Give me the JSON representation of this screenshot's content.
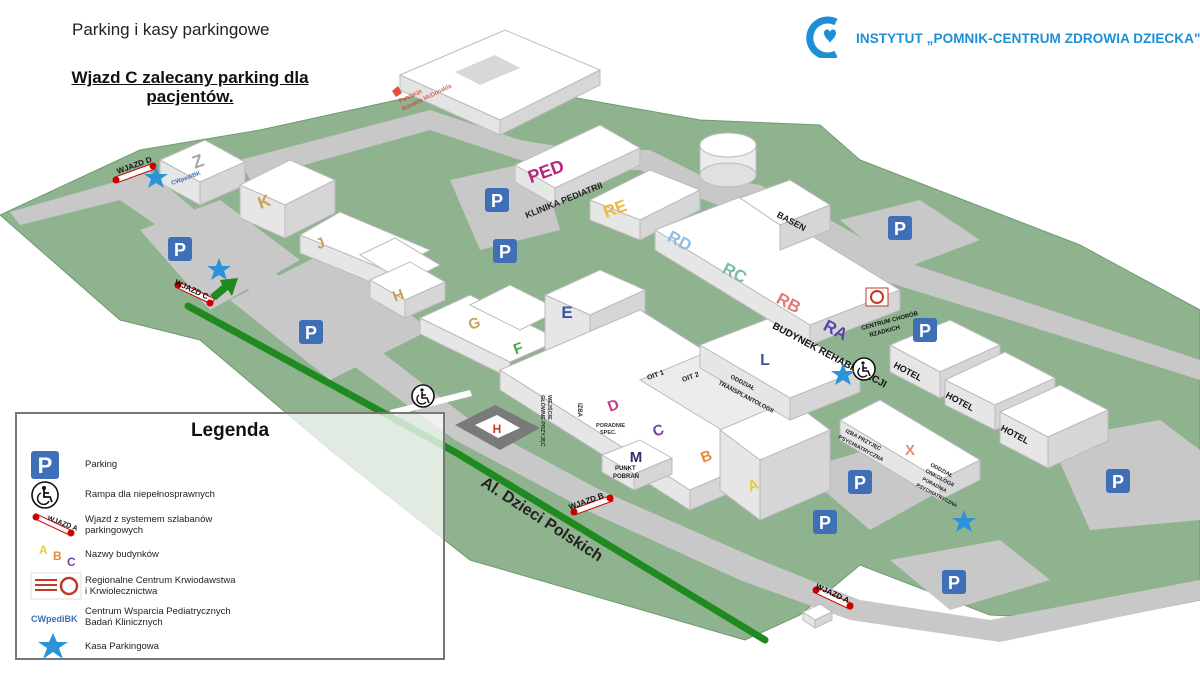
{
  "header": {
    "title": "Parking i kasy parkingowe",
    "subtitle": "Wjazd C zalecany parking dla pacjentów."
  },
  "logo": {
    "text": "INSTYTUT „POMNIK-CENTRUM ZDROWIA DZIECKA\""
  },
  "colors": {
    "grass": "#8fb38f",
    "road": "#c8c8c8",
    "building": "#ffffff",
    "parking_sign": "#3f6fb6",
    "route": "#1f8a1f",
    "star": "#2b94d8",
    "brand": "#1d8fd6"
  },
  "buildings": {
    "Z": "Z",
    "K": "K",
    "J": "J",
    "H": "H",
    "G": "G",
    "F": "F",
    "E": "E",
    "D": "D",
    "C": "C",
    "B": "B",
    "A": "A",
    "M": "M",
    "L": "L",
    "X": "X",
    "PED": "PED",
    "RE": "RE",
    "RD": "RD",
    "RC": "RC",
    "RB": "RB",
    "RA": "RA"
  },
  "building_colors": {
    "Z": "#a8a8a8",
    "K": "#c9a25a",
    "J": "#c9a25a",
    "H": "#c9a25a",
    "G": "#c9a25a",
    "F": "#43a843",
    "E": "#3a55a8",
    "D": "#c63b8b",
    "C": "#7b3fa3",
    "B": "#e6893a",
    "A": "#e3cd3c",
    "M": "#3b2a6b",
    "L": "#3a55a8",
    "X": "#e0906a",
    "PED": "#b5277f",
    "RE": "#e9b93f",
    "RD": "#8fbde3",
    "RC": "#79bda2",
    "RB": "#e07a7a",
    "RA": "#5b45a8"
  },
  "map_labels": {
    "klinika": "KLINIKA PEDIATRII",
    "basen": "BASEN",
    "budynek_rehab": "BUDYNEK REHABILITACJI",
    "centrum_chorob": "CENTRUM CHORÓB",
    "rzadkich": "RZADKICH",
    "oddzial_transpl": "ODDZIAŁ",
    "transplantologii": "TRANSPLANTOLOGII",
    "oit1": "OIT 1",
    "oit2": "OIT 2",
    "wejscie": "WEJŚCIE",
    "wejscie2": "GŁÓWNE PRZYJĘĆ",
    "izba": "IZBA",
    "poradnie": "PORADNIE",
    "poradnie2": "SPEC.",
    "punkt": "PUNKT",
    "pobran": "POBRAŃ",
    "izba_psych": "IZBA PRZYJĘĆ",
    "izba_psych2": "PSYCHIATRYCZNA",
    "oddzial_onk": "ODDZIAŁ",
    "onkologii": "ONKOLOGII",
    "poradnia_psych": "PORADNIA",
    "poradnia_psych2": "PSYCHIATRYCZNA",
    "hotel": "HOTEL",
    "street": "Al. Dzieci Polskich",
    "mcdonald1": "Fundacja",
    "mcdonald2": "Ronalda McDonalda",
    "wjazd_a": "WJAZD A",
    "wjazd_b": "WJAZD B",
    "wjazd_c": "WJAZD C",
    "wjazd_d": "WJAZD D"
  },
  "legend": {
    "title": "Legenda",
    "items": [
      {
        "label": "Parking"
      },
      {
        "label": "Rampa dla niepełnosprawnych"
      },
      {
        "label": "Wjazd z systemem szlabanów",
        "label2": "parkingowych",
        "icon_text": "WJAZD A"
      },
      {
        "label": "Nazwy budynków",
        "icon_a": "A",
        "icon_b": "B",
        "icon_c": "C"
      },
      {
        "label": "Regionalne Centrum Krwiodawstwa",
        "label2": "i Krwiolecznictwa"
      },
      {
        "label": "Centrum Wsparcia Pediatrycznych",
        "label2": "Badań Klinicznych",
        "icon_text": "CWpediBK"
      },
      {
        "label": "Kasa Parkingowa"
      }
    ]
  }
}
